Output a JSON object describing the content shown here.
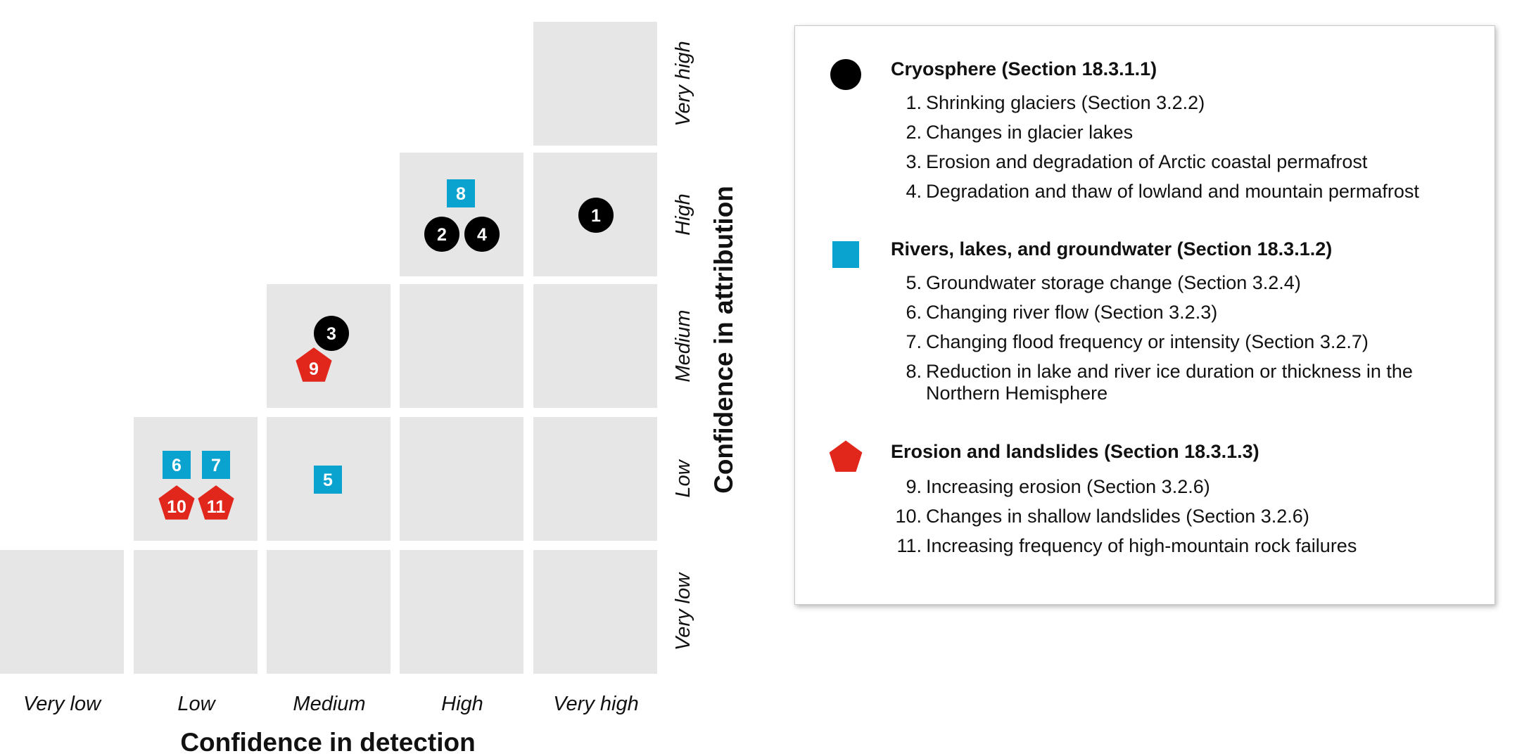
{
  "chart_data": {
    "type": "scatter",
    "xlabel": "Confidence in detection",
    "ylabel": "Confidence in attribution",
    "x_categories": [
      "Very low",
      "Low",
      "Medium",
      "High",
      "Very high"
    ],
    "y_categories": [
      "Very low",
      "Low",
      "Medium",
      "High",
      "Very high"
    ],
    "cells": [
      {
        "x": "Very low",
        "y": "Very low"
      },
      {
        "x": "Low",
        "y": "Very low"
      },
      {
        "x": "Medium",
        "y": "Very low"
      },
      {
        "x": "High",
        "y": "Very low"
      },
      {
        "x": "Very high",
        "y": "Very low"
      },
      {
        "x": "Low",
        "y": "Low"
      },
      {
        "x": "Medium",
        "y": "Low"
      },
      {
        "x": "High",
        "y": "Low"
      },
      {
        "x": "Very high",
        "y": "Low"
      },
      {
        "x": "Medium",
        "y": "Medium"
      },
      {
        "x": "High",
        "y": "Medium"
      },
      {
        "x": "Very high",
        "y": "Medium"
      },
      {
        "x": "High",
        "y": "High"
      },
      {
        "x": "Very high",
        "y": "High"
      },
      {
        "x": "Very high",
        "y": "Very high"
      }
    ],
    "points": [
      {
        "id": "1",
        "group": "cryosphere",
        "x": "Very high",
        "y": "High"
      },
      {
        "id": "2",
        "group": "cryosphere",
        "x": "High",
        "y": "High"
      },
      {
        "id": "3",
        "group": "cryosphere",
        "x": "Medium",
        "y": "Medium"
      },
      {
        "id": "4",
        "group": "cryosphere",
        "x": "High",
        "y": "High"
      },
      {
        "id": "5",
        "group": "rivers",
        "x": "Medium",
        "y": "Low"
      },
      {
        "id": "6",
        "group": "rivers",
        "x": "Low",
        "y": "Low"
      },
      {
        "id": "7",
        "group": "rivers",
        "x": "Low",
        "y": "Low"
      },
      {
        "id": "8",
        "group": "rivers",
        "x": "High",
        "y": "High"
      },
      {
        "id": "9",
        "group": "erosion",
        "x": "Medium",
        "y": "Medium"
      },
      {
        "id": "10",
        "group": "erosion",
        "x": "Low",
        "y": "Low"
      },
      {
        "id": "11",
        "group": "erosion",
        "x": "Low",
        "y": "Low"
      }
    ],
    "groups": [
      {
        "key": "cryosphere",
        "shape": "circle",
        "color": "#000000",
        "title": "Cryosphere (Section 18.3.1.1)",
        "items": [
          {
            "num": "1.",
            "text": "Shrinking glaciers (Section 3.2.2)"
          },
          {
            "num": "2.",
            "text": "Changes in glacier lakes"
          },
          {
            "num": "3.",
            "text": "Erosion and degradation of Arctic coastal permafrost"
          },
          {
            "num": "4.",
            "text": "Degradation and thaw of lowland and mountain permafrost"
          }
        ]
      },
      {
        "key": "rivers",
        "shape": "square",
        "color": "#0aa3cf",
        "title": "Rivers, lakes, and groundwater (Section 18.3.1.2)",
        "items": [
          {
            "num": "5.",
            "text": "Groundwater storage change (Section 3.2.4)"
          },
          {
            "num": "6.",
            "text": "Changing river flow (Section 3.2.3)"
          },
          {
            "num": "7.",
            "text": "Changing flood frequency or intensity (Section 3.2.7)"
          },
          {
            "num": "8.",
            "text": "Reduction in lake and river ice duration or thickness in the Northern Hemisphere"
          }
        ]
      },
      {
        "key": "erosion",
        "shape": "pentagon",
        "color": "#e1261c",
        "title": "Erosion and landslides (Section 18.3.1.3)",
        "items": [
          {
            "num": "9.",
            "text": "Increasing erosion (Section 3.2.6)"
          },
          {
            "num": "10.",
            "text": "Changes in shallow landslides (Section 3.2.6)"
          },
          {
            "num": "11.",
            "text": "Increasing frequency of high-mountain rock failures"
          }
        ]
      }
    ]
  }
}
